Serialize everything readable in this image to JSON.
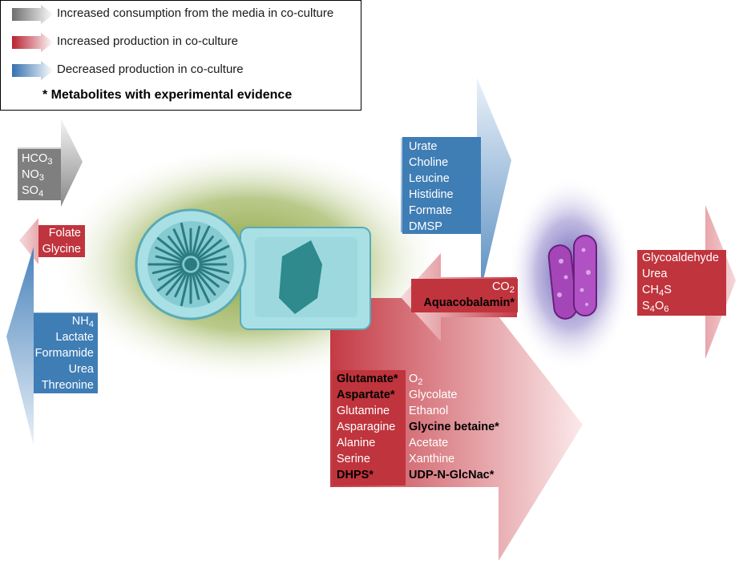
{
  "legend": {
    "items": [
      {
        "label": "Increased consumption from the media in co-culture",
        "color": "#7a7a7a"
      },
      {
        "label": "Increased production in co-culture",
        "color": "#c0343d"
      },
      {
        "label": "Decreased production in co-culture",
        "color": "#3d78b0"
      }
    ],
    "note": "* Metabolites with experimental evidence"
  },
  "colors": {
    "gray": "#7f7f7f",
    "red": "#c0343d",
    "blue": "#3f7db5",
    "diatom_halo": "#8fa84e",
    "bacteria_halo": "#6a59b8",
    "bacteria_body": "#a446b8"
  },
  "groups": {
    "diatom_consumed": [
      {
        "text": "HCO",
        "sub": "3",
        "bold": false
      },
      {
        "text": "NO",
        "sub": "3",
        "bold": false
      },
      {
        "text": "SO",
        "sub": "4",
        "bold": false
      }
    ],
    "diatom_increased_left": [
      {
        "text": "Folate",
        "sub": "",
        "bold": false
      },
      {
        "text": "Glycine",
        "sub": "",
        "bold": false
      }
    ],
    "diatom_decreased_left": [
      {
        "text": "NH",
        "sub": "4",
        "bold": false
      },
      {
        "text": "Lactate",
        "sub": "",
        "bold": false
      },
      {
        "text": "Formamide",
        "sub": "",
        "bold": false
      },
      {
        "text": "Urea",
        "sub": "",
        "bold": false
      },
      {
        "text": "Threonine",
        "sub": "",
        "bold": false
      }
    ],
    "diatom_to_bacteria_decreased": [
      {
        "text": "Urate",
        "sub": "",
        "bold": false
      },
      {
        "text": "Choline",
        "sub": "",
        "bold": false
      },
      {
        "text": "Leucine",
        "sub": "",
        "bold": false
      },
      {
        "text": "Histidine",
        "sub": "",
        "bold": false
      },
      {
        "text": "Formate",
        "sub": "",
        "bold": false
      },
      {
        "text": "DMSP",
        "sub": "",
        "bold": false
      }
    ],
    "bacteria_to_diatom_increased": [
      {
        "text": "CO",
        "sub": "2",
        "bold": false
      },
      {
        "text": "Aquacobalamin*",
        "sub": "",
        "bold": true
      }
    ],
    "bacteria_increased_col1": [
      {
        "text": "Glutamate*",
        "sub": "",
        "bold": true
      },
      {
        "text": "Aspartate*",
        "sub": "",
        "bold": true
      },
      {
        "text": "Glutamine",
        "sub": "",
        "bold": false
      },
      {
        "text": "Asparagine",
        "sub": "",
        "bold": false
      },
      {
        "text": "Alanine",
        "sub": "",
        "bold": false
      },
      {
        "text": "Serine",
        "sub": "",
        "bold": false
      },
      {
        "text": "DHPS*",
        "sub": "",
        "bold": true
      }
    ],
    "bacteria_increased_col2": [
      {
        "text": "O",
        "sub": "2",
        "bold": false
      },
      {
        "text": "Glycolate",
        "sub": "",
        "bold": false
      },
      {
        "text": "Ethanol",
        "sub": "",
        "bold": false
      },
      {
        "text": "Glycine betaine*",
        "sub": "",
        "bold": true
      },
      {
        "text": "Acetate",
        "sub": "",
        "bold": false
      },
      {
        "text": "Xanthine",
        "sub": "",
        "bold": false
      },
      {
        "text": "UDP-N-GlcNac*",
        "sub": "",
        "bold": true
      }
    ],
    "bacteria_increased_right": [
      {
        "text": "Glycoaldehyde",
        "sub": "",
        "bold": false
      },
      {
        "text": "Urea",
        "sub": "",
        "bold": false
      },
      {
        "text": "CH",
        "sub": "4",
        "text2": "S",
        "bold": false
      },
      {
        "text": "S",
        "sub": "4",
        "text2": "O",
        "sub2": "6",
        "bold": false
      }
    ]
  }
}
